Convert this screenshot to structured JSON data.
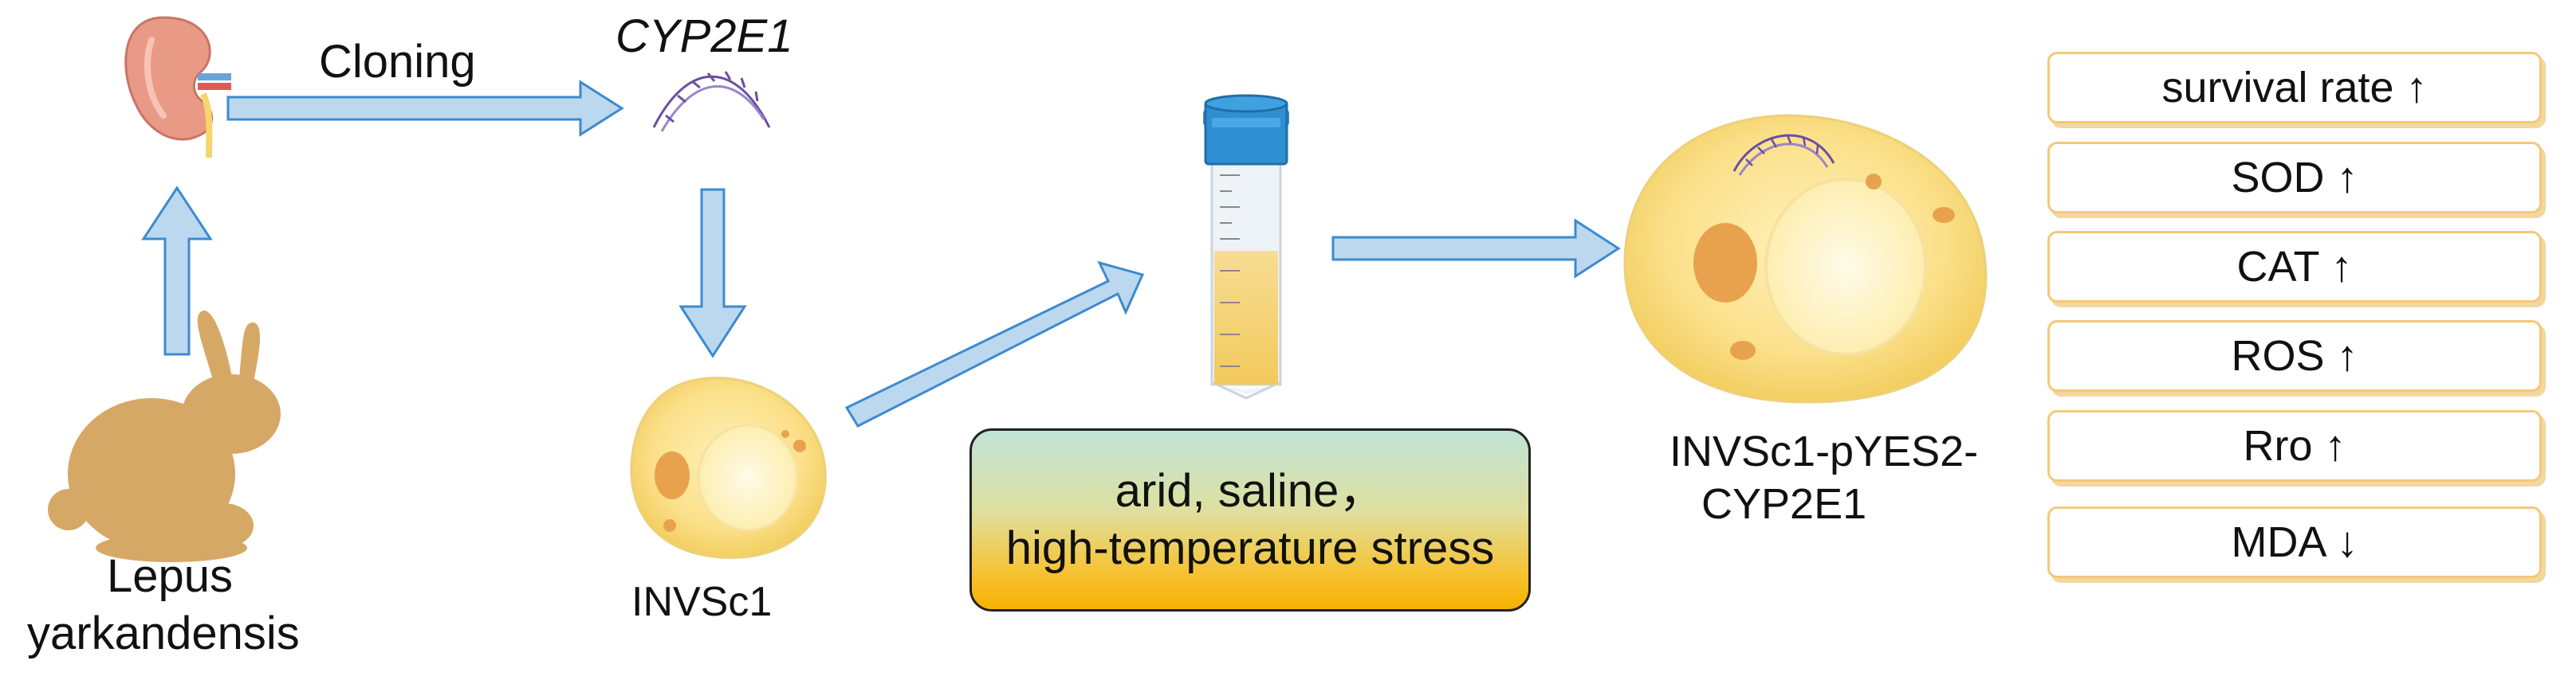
{
  "labels": {
    "cloning": "Cloning",
    "gene": "CYP2E1",
    "host_cell": "INVSc1",
    "source_line1": "Lepus",
    "source_line2": "yarkandensis",
    "transformed_line1": "INVSc1-pYES2-",
    "transformed_line2": "CYP2E1"
  },
  "stress": {
    "line1": "arid, saline，",
    "line2": "high-temperature stress"
  },
  "results": [
    "survival rate ↑",
    "SOD ↑",
    "CAT ↑",
    "ROS ↑",
    "Rro ↑",
    "MDA ↓"
  ],
  "colors": {
    "arrow_fill": "#bcd8ef",
    "arrow_stroke": "#3d8ad0",
    "rabbit": "#d6a866",
    "cell_fill": "#fbe08a",
    "nucleus": "#e8a24e",
    "box_border": "#f5c878"
  }
}
